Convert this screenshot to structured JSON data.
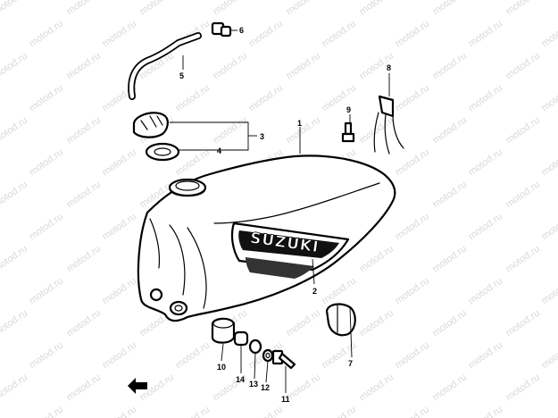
{
  "watermark": "motod.ru",
  "brand_text": "SUZUKI",
  "callouts": [
    "1",
    "2",
    "3",
    "4",
    "5",
    "6",
    "7",
    "8",
    "9",
    "10",
    "11",
    "12",
    "13",
    "14"
  ],
  "icons": {
    "direction_arrow": "front-arrow-icon"
  }
}
